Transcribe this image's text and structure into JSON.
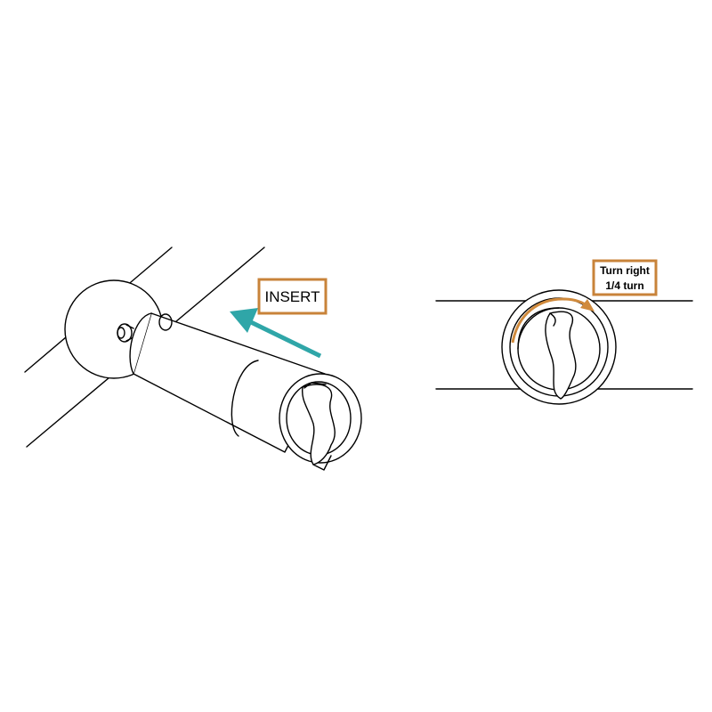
{
  "labels": {
    "insert": "INSERT",
    "turn_line1": "Turn right",
    "turn_line2": "1/4 turn"
  },
  "colors": {
    "insert_arrow": "#2fa6a8",
    "turn_arrow": "#d08a3c",
    "label_border": "#c8833a",
    "line": "#000000"
  }
}
